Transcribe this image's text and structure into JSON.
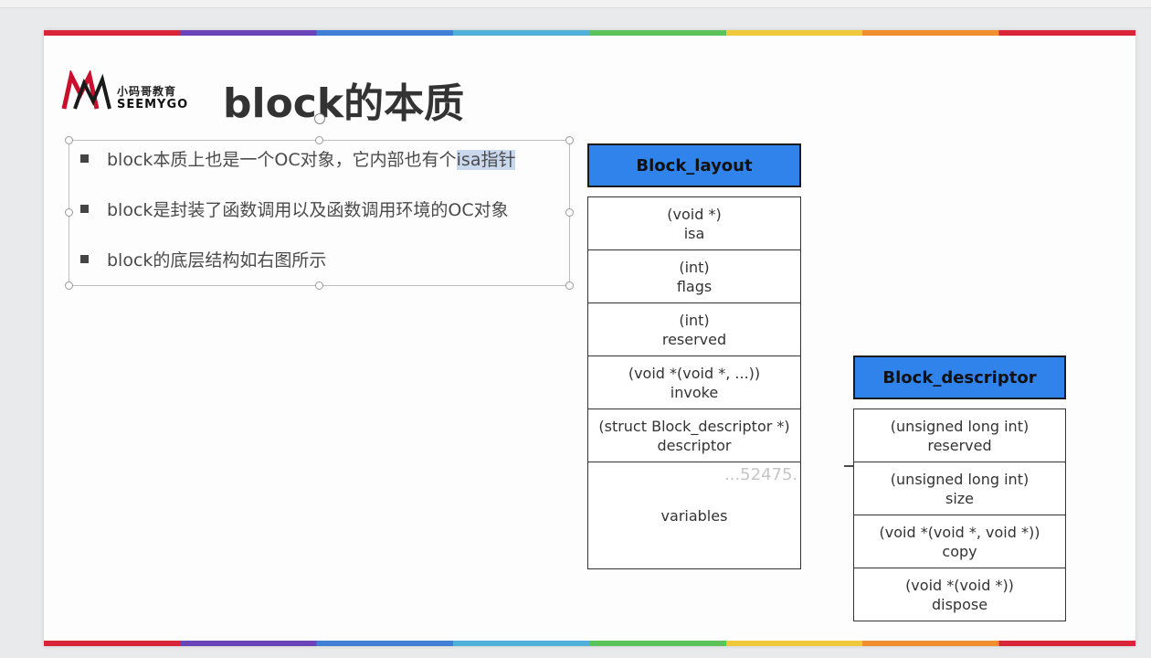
{
  "slide": {
    "logo_cn": "小码哥教育",
    "logo_en": "SEEMYGO",
    "title": "block的本质"
  },
  "bullets": [
    {
      "text_plain": "block本质上也是一个OC对象，它内部也有个",
      "text_highlight": "isa指针"
    },
    {
      "text_plain": "block是封装了函数调用以及函数调用环境的OC对象",
      "text_highlight": ""
    },
    {
      "text_plain": "block的底层结构如右图所示",
      "text_highlight": ""
    }
  ],
  "block_layout": {
    "header": "Block_layout",
    "fields": [
      {
        "type": "(void *)",
        "name": "isa"
      },
      {
        "type": "(int)",
        "name": "flags"
      },
      {
        "type": "(int)",
        "name": "reserved"
      },
      {
        "type": "(void *(void *, ...))",
        "name": "invoke"
      },
      {
        "type": "(struct Block_descriptor *)",
        "name": "descriptor"
      },
      {
        "type": "",
        "name": "variables"
      }
    ]
  },
  "block_descriptor": {
    "header": "Block_descriptor",
    "fields": [
      {
        "type": "(unsigned long int)",
        "name": "reserved"
      },
      {
        "type": "(unsigned long int)",
        "name": "size"
      },
      {
        "type": "(void *(void *, void *))",
        "name": "copy"
      },
      {
        "type": "(void *(void *))",
        "name": "dispose"
      }
    ]
  },
  "watermark": "...52475.",
  "colors": {
    "header_fill": "#2f83ea",
    "text_highlight": "#c9d8ec"
  }
}
